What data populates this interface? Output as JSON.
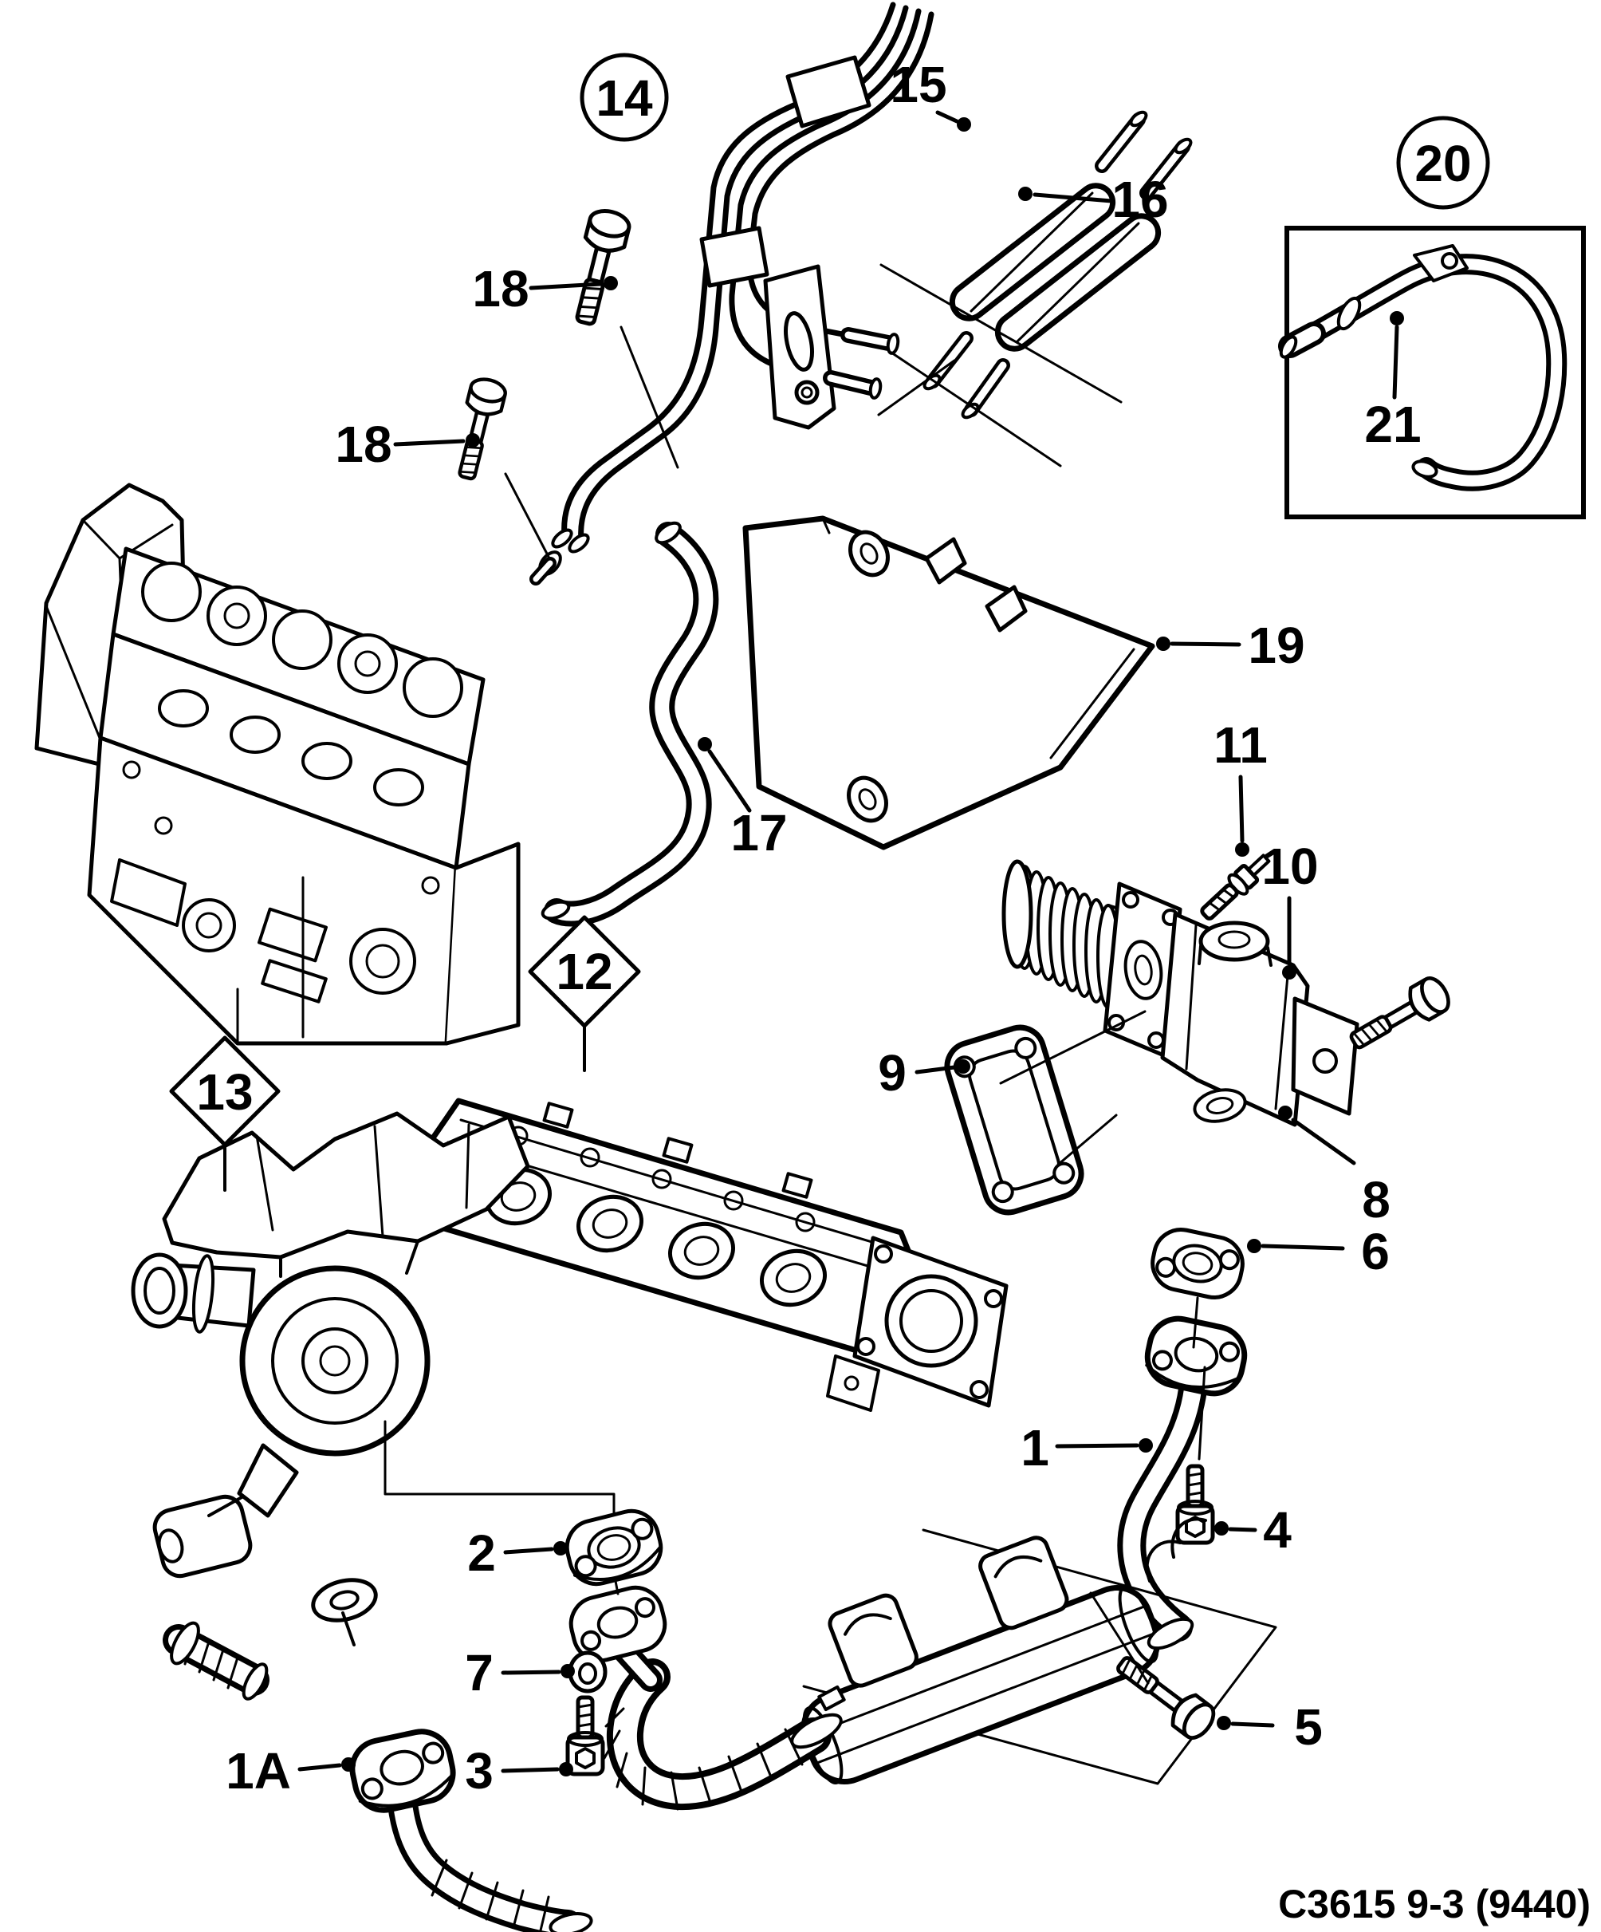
{
  "page": {
    "background_color": "#ffffff",
    "ink_color": "#000000"
  },
  "figure": {
    "caption": "C3615 9-3 (9440)",
    "callouts": {
      "group14": "14",
      "group20": "20",
      "ref12": "12",
      "ref13": "13",
      "ref1": "1",
      "ref1a": "1A",
      "ref2": "2",
      "ref3": "3",
      "ref4": "4",
      "ref5": "5",
      "ref6": "6",
      "ref7": "7",
      "ref8": "8",
      "ref9": "9",
      "ref10": "10",
      "ref11": "11",
      "ref15": "15",
      "ref16": "16",
      "ref17": "17",
      "ref18_upper": "18",
      "ref18_lower": "18",
      "ref19": "19",
      "ref21": "21"
    }
  }
}
